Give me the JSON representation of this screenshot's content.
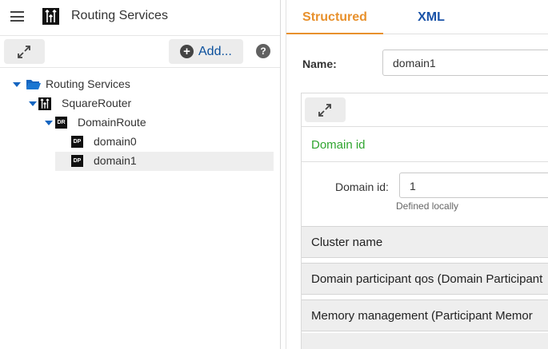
{
  "app": {
    "title": "Routing Services",
    "logo_icon": "routing-service-logo-icon"
  },
  "toolbar": {
    "expand_icon": "expand-arrows-icon",
    "add_label": "Add...",
    "add_icon": "plus-circle-icon",
    "help_icon": "question-circle-icon",
    "help_glyph": "?"
  },
  "tree": {
    "items": [
      {
        "label": "Routing Services",
        "icon": "folder-open-icon",
        "expanded": true,
        "level": 0
      },
      {
        "label": "SquareRouter",
        "icon": "routing-service-icon",
        "expanded": true,
        "level": 1
      },
      {
        "label": "DomainRoute",
        "icon": "dr-icon",
        "icon_text": "DR",
        "expanded": true,
        "level": 2
      },
      {
        "label": "domain0",
        "icon": "dp-icon",
        "icon_text": "DP",
        "level": 3,
        "selected": false
      },
      {
        "label": "domain1",
        "icon": "dp-icon",
        "icon_text": "DP",
        "level": 3,
        "selected": true
      }
    ]
  },
  "tabs": [
    {
      "label": "Structured",
      "active": true
    },
    {
      "label": "XML",
      "active": false
    }
  ],
  "form": {
    "name_label": "Name:",
    "name_value": "domain1",
    "section_domain_id": {
      "title": "Domain id",
      "field_label": "Domain id:",
      "field_value": "1",
      "hint": "Defined locally"
    },
    "collapsed_sections": [
      {
        "label": "Cluster name"
      },
      {
        "label": "Domain participant qos (Domain Participant"
      },
      {
        "label": "Memory management (Participant Memor"
      }
    ]
  },
  "colors": {
    "accent_orange": "#e8912d",
    "link_blue": "#1a53a8",
    "section_green": "#2fa52f",
    "tree_caret_blue": "#1565c0"
  }
}
